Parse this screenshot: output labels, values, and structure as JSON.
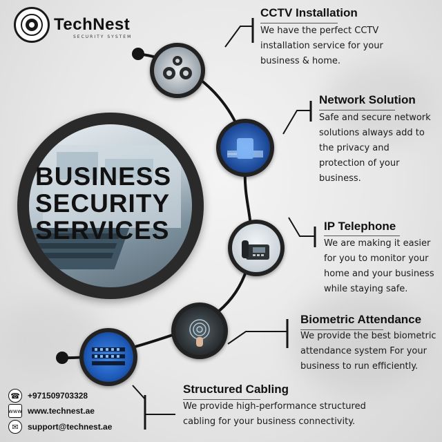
{
  "brand": {
    "name": "TechNest",
    "tagline": "SECURITY SYSTEM"
  },
  "hero": {
    "line1": "BUSINESS",
    "line2": "SECURITY",
    "line3": "SERVICES"
  },
  "services": [
    {
      "title": "CCTV Installation",
      "desc_lines": [
        "We have the perfect CCTV",
        "installation service for your",
        "business & home."
      ]
    },
    {
      "title": "Network Solution",
      "desc_lines": [
        "Safe and secure network",
        "solutions always add to",
        "the privacy and",
        "protection of your",
        "business."
      ]
    },
    {
      "title": "IP Telephone",
      "desc_lines": [
        "We are making it easier",
        "for you to monitor your",
        "home and your business",
        "while staying safe."
      ]
    },
    {
      "title": "Biometric Attendance",
      "desc_lines": [
        "We provide the best biometric",
        "attendance system For your",
        "business to run efficiently."
      ]
    },
    {
      "title": "Structured Cabling",
      "desc_lines": [
        "We provide high-performance structured",
        "cabling for your business connectivity."
      ]
    }
  ],
  "contact": {
    "phone": "+971509703328",
    "website": "www.technest.ae",
    "email": "support@technest.ae"
  },
  "colors": {
    "ink": "#111111",
    "node_ring": "#222222",
    "cctv_img": "#9aa3ab",
    "network_img": "#1f4c9c",
    "phone_img": "#c9d2d8",
    "biometric_img": "#2d3336",
    "cabling_img": "#1e5ab8"
  }
}
